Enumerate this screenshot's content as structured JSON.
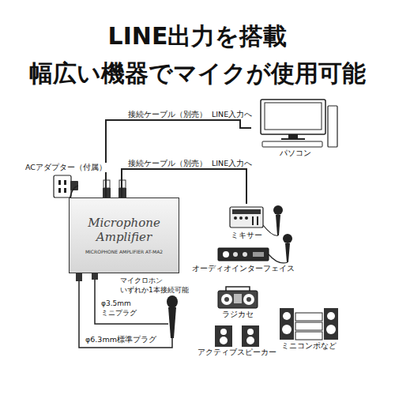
{
  "diagram": {
    "title": "LINE出力を搭載 幅広い機器でマイクが使用可能",
    "nodes": [
      {
        "text": [
          "Microphone Amplifier",
          "MICROPHONE AMPLIFIER AT-MA2"
        ]
      },
      {
        "text": [
          "パソコン"
        ]
      },
      {
        "text": [
          "ミキサー"
        ]
      },
      {
        "text": [
          "オーディオインターフェイス"
        ]
      },
      {
        "text": [
          "ラジカセ"
        ]
      },
      {
        "text": [
          "アクティブスピーカー"
        ]
      },
      {
        "text": [
          "ミニコンポなど"
        ]
      }
    ],
    "edges": [
      {
        "from": 0,
        "to": 1,
        "label": "接続ケーブル（別売）",
        "arrow": "none"
      },
      {
        "from": 0,
        "to": 2,
        "label": "接続ケーブル（別売）",
        "arrow": "none"
      }
    ],
    "labels": [
      "LINE入力へ",
      "ACアダプター（付属）",
      "LINE入力へ",
      "マイクロホン いずれか1本接続可能",
      "φ3.5mm ミニプラグ",
      "φ6.3mm標準プラグ"
    ]
  }
}
